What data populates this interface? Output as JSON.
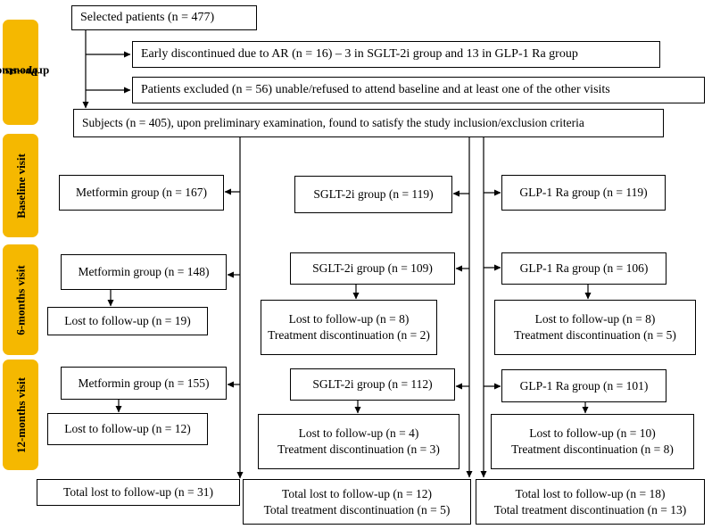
{
  "side_labels": {
    "prestudy": [
      "Pre-study",
      "dropouts"
    ],
    "baseline": "Baseline visit",
    "six_months": "6-months visit",
    "twelve_months": "12-months visit"
  },
  "prestudy": {
    "selected": "Selected patients (n = 477)",
    "early_discontinued": "Early discontinued due to AR (n = 16) – 3 in SGLT-2i group and 13 in GLP-1 Ra group",
    "excluded": "Patients excluded (n = 56) unable/refused to attend baseline and at least one of the other visits",
    "subjects": "Subjects (n = 405), upon preliminary examination, found to satisfy the study inclusion/exclusion criteria"
  },
  "baseline": {
    "metformin": "Metformin group (n = 167)",
    "sglt2": "SGLT-2i group (n = 119)",
    "glp1": "GLP-1 Ra group (n = 119)"
  },
  "six_months": {
    "metformin": "Metformin group (n = 148)",
    "sglt2": "SGLT-2i group (n = 109)",
    "glp1": "GLP-1 Ra group (n = 106)",
    "metformin_lost": "Lost to follow-up (n = 19)",
    "sglt2_lost": [
      "Lost to follow-up (n = 8)",
      "Treatment discontinuation (n = 2)"
    ],
    "glp1_lost": [
      "Lost to follow-up (n = 8)",
      "Treatment discontinuation (n = 5)"
    ]
  },
  "twelve_months": {
    "metformin": "Metformin group (n = 155)",
    "sglt2": "SGLT-2i group (n = 112)",
    "glp1": "GLP-1 Ra group (n = 101)",
    "metformin_lost": "Lost to follow-up (n = 12)",
    "sglt2_lost": [
      "Lost to follow-up (n = 4)",
      "Treatment discontinuation (n = 3)"
    ],
    "glp1_lost": [
      "Lost to follow-up (n = 10)",
      "Treatment discontinuation (n = 8)"
    ]
  },
  "totals": {
    "metformin": "Total lost to follow-up (n = 31)",
    "sglt2": [
      "Total lost to follow-up (n = 12)",
      "Total treatment discontinuation (n = 5)"
    ],
    "glp1": [
      "Total lost to follow-up (n = 18)",
      "Total treatment discontinuation (n = 13)"
    ]
  },
  "colors": {
    "side_label_bg": "#f5b800",
    "line": "#000000",
    "box_border": "#000000"
  }
}
